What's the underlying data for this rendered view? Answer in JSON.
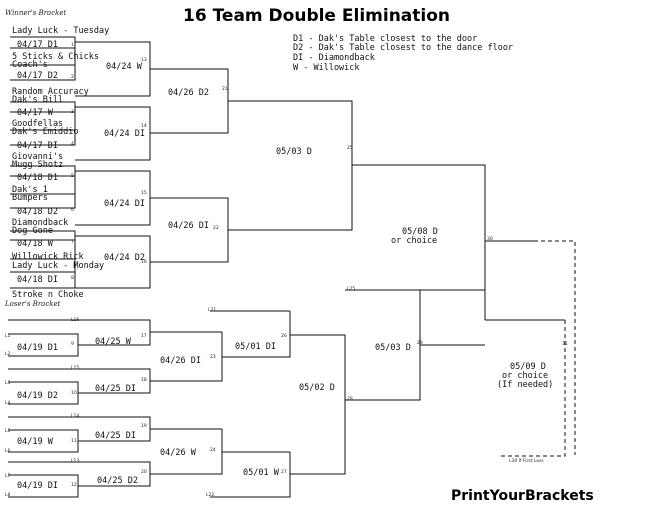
{
  "title": "16 Team Double Elimination",
  "winners_header": "Winner's Bracket",
  "losers_header": "Loser's Bracket",
  "legend": [
    "D1 - Dak's Table closest to the door",
    "D2 - Dak's Table closest to the dance floor",
    "DI - Diamondback",
    "W  - Willowick"
  ],
  "winners": {
    "teams": [
      "Lady Luck - Tuesday",
      "5 Sticks & Chicks",
      "Coach's",
      "Random Accuracy",
      "Dak's Bill",
      "Goodfellas",
      "Dak's Emiddio",
      "Giovanni's",
      "Mugg Shotz",
      "Dak's 1",
      "Bumpers",
      "Diamondback",
      "Dog Gone",
      "Willowick Rick",
      "Lady Luck - Monday",
      "Stroke n Choke"
    ],
    "round1": [
      "04/17 D1",
      "04/17 D2",
      "04/17 W",
      "04/17 DI",
      "04/18 D1",
      "04/18 D2",
      "04/18 W",
      "04/18 DI"
    ],
    "round1_game_nums": [
      "1",
      "2",
      "3",
      "4",
      "5",
      "6",
      "7",
      "8"
    ],
    "round2": [
      "04/24 W",
      "04/24 DI",
      "04/24 DI",
      "04/24 D2"
    ],
    "round2_game_nums": [
      "13",
      "14",
      "15",
      "16"
    ],
    "round3": [
      "04/26 D2",
      "04/26 DI"
    ],
    "round3_game_nums": [
      "21",
      "22"
    ],
    "round4": "05/03 D",
    "round4_game_num": "25",
    "round5": [
      "05/08 D",
      "or choice"
    ],
    "round5_game_num": "30",
    "final": [
      "05/09 D",
      "or choice",
      "(If needed)"
    ],
    "final_game_num": "31",
    "loser_note": "L30 If First Loss"
  },
  "losers": {
    "round1": [
      "04/19 D1",
      "04/19 D2",
      "04/19 W",
      "04/19 DI"
    ],
    "round1_game_nums": [
      "9",
      "10",
      "11",
      "12"
    ],
    "round1_feeds": [
      "L1",
      "L2",
      "L3",
      "L4",
      "L5",
      "L6",
      "L7",
      "L8"
    ],
    "round2": [
      "04/25 W",
      "04/25 DI",
      "04/25 DI",
      "04/25 D2"
    ],
    "round2_game_nums": [
      "17",
      "18",
      "19",
      "20"
    ],
    "round2_feeds": [
      "L16",
      "L15",
      "L14",
      "L13"
    ],
    "round3": [
      "04/26 DI",
      "04/26 W"
    ],
    "round3_game_nums": [
      "23",
      "24"
    ],
    "round4": [
      "05/01 DI",
      "05/01 W"
    ],
    "round4_game_nums": [
      "26",
      "27"
    ],
    "round4_feeds": [
      "L21",
      "L22"
    ],
    "round5": "05/02 D",
    "round5_game_num": "28",
    "round6": "05/03 D",
    "round6_game_num": "29",
    "round6_feed": "L25"
  },
  "logo_text": "PrintYourBrackets"
}
